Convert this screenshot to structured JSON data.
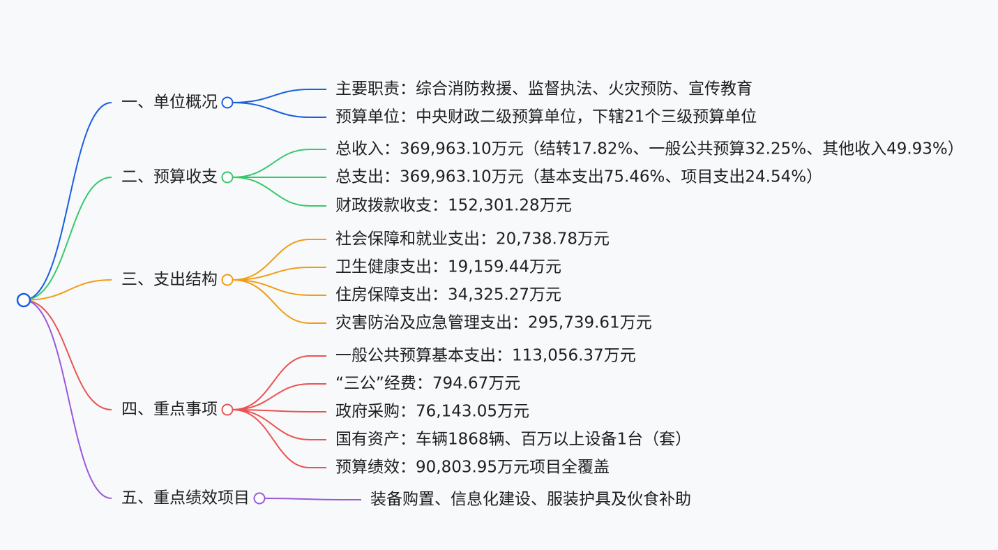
{
  "mindmap": {
    "root_label": "",
    "branches": [
      {
        "label": "一、单位概况",
        "color": "#1a5fe0",
        "children": [
          "主要职责：综合消防救援、监督执法、火灾预防、宣传教育",
          "预算单位：中央财政二级预算单位，下辖21个三级预算单位"
        ]
      },
      {
        "label": "二、预算收支",
        "color": "#36c96a",
        "children": [
          "总收入：369,963.10万元（结转17.82%、一般公共预算32.25%、其他收入49.93%）",
          "总支出：369,963.10万元（基本支出75.46%、项目支出24.54%）",
          "财政拨款收支：152,301.28万元"
        ]
      },
      {
        "label": "三、支出结构",
        "color": "#f39c12",
        "children": [
          "社会保障和就业支出：20,738.78万元",
          "卫生健康支出：19,159.44万元",
          "住房保障支出：34,325.27万元",
          "灾害防治及应急管理支出：295,739.61万元"
        ]
      },
      {
        "label": "四、重点事项",
        "color": "#eb5252",
        "children": [
          "一般公共预算基本支出：113,056.37万元",
          "“三公”经费：794.67万元",
          "政府采购：76,143.05万元",
          "国有资产：车辆1868辆、百万以上设备1台（套）",
          "预算绩效：90,803.95万元项目全覆盖"
        ]
      },
      {
        "label": "五、重点绩效项目",
        "color": "#9b59d9",
        "children": [
          "装备购置、信息化建设、服装护具及伙食补助"
        ]
      }
    ]
  }
}
